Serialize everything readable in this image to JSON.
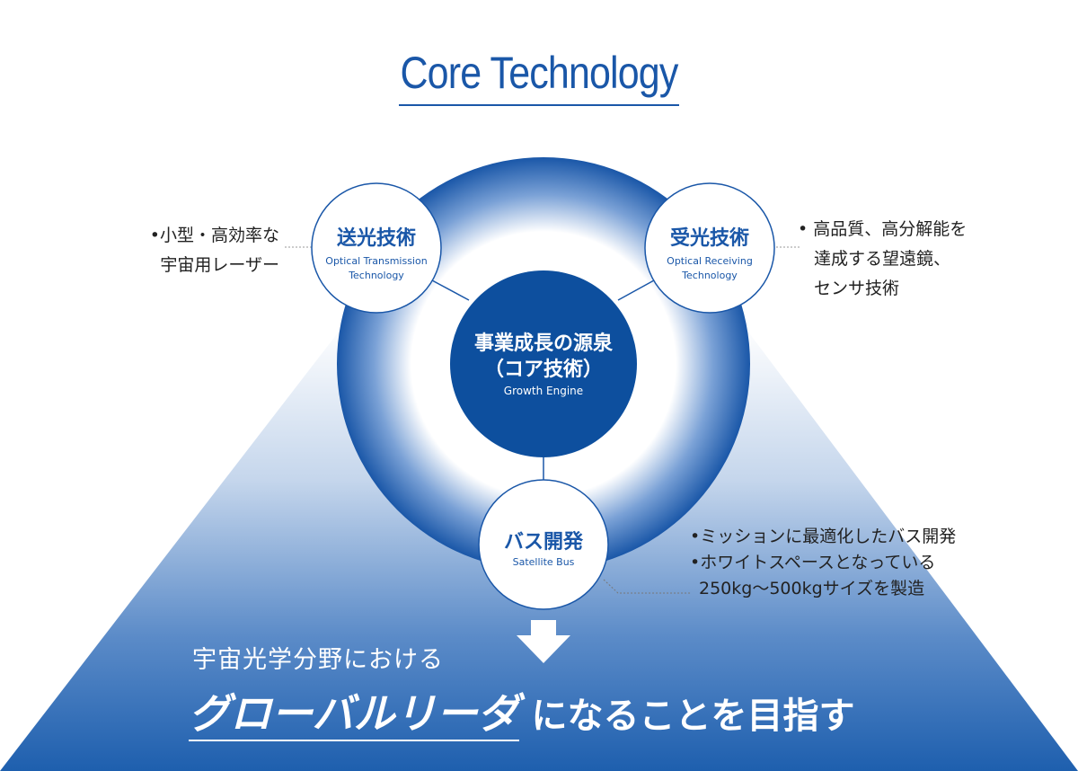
{
  "title": "Core Technology",
  "center": {
    "line1": "事業成長の源泉",
    "line2": "（コア技術）",
    "sub": "Growth Engine"
  },
  "nodes": {
    "transmission": {
      "title": "送光技術",
      "sub1": "Optical Transmission",
      "sub2": "Technology"
    },
    "receiving": {
      "title": "受光技術",
      "sub1": "Optical Receiving",
      "sub2": "Technology"
    },
    "bus": {
      "title": "バス開発",
      "sub1": "Satellite Bus"
    }
  },
  "notes": {
    "left": {
      "line1": "•小型・高効率な",
      "line2": "宇宙用レーザー"
    },
    "right": {
      "line1": "•  高品質、高分解能を",
      "line2": "達成する望遠鏡、",
      "line3": "センサ技術"
    },
    "bottom": {
      "line1": "•ミッションに最適化したバス開発",
      "line2": "•ホワイトスペースとなっている",
      "line3": "250kg〜500kgサイズを製造"
    }
  },
  "goal": {
    "line1": "宇宙光学分野における",
    "emphasis": "グローバルリーダ",
    "rest": "になることを目指す"
  },
  "colors": {
    "brand_blue": "#1a57a8",
    "deep_blue": "#0d4f9e",
    "triangle_bottom": "#1e5fae"
  }
}
